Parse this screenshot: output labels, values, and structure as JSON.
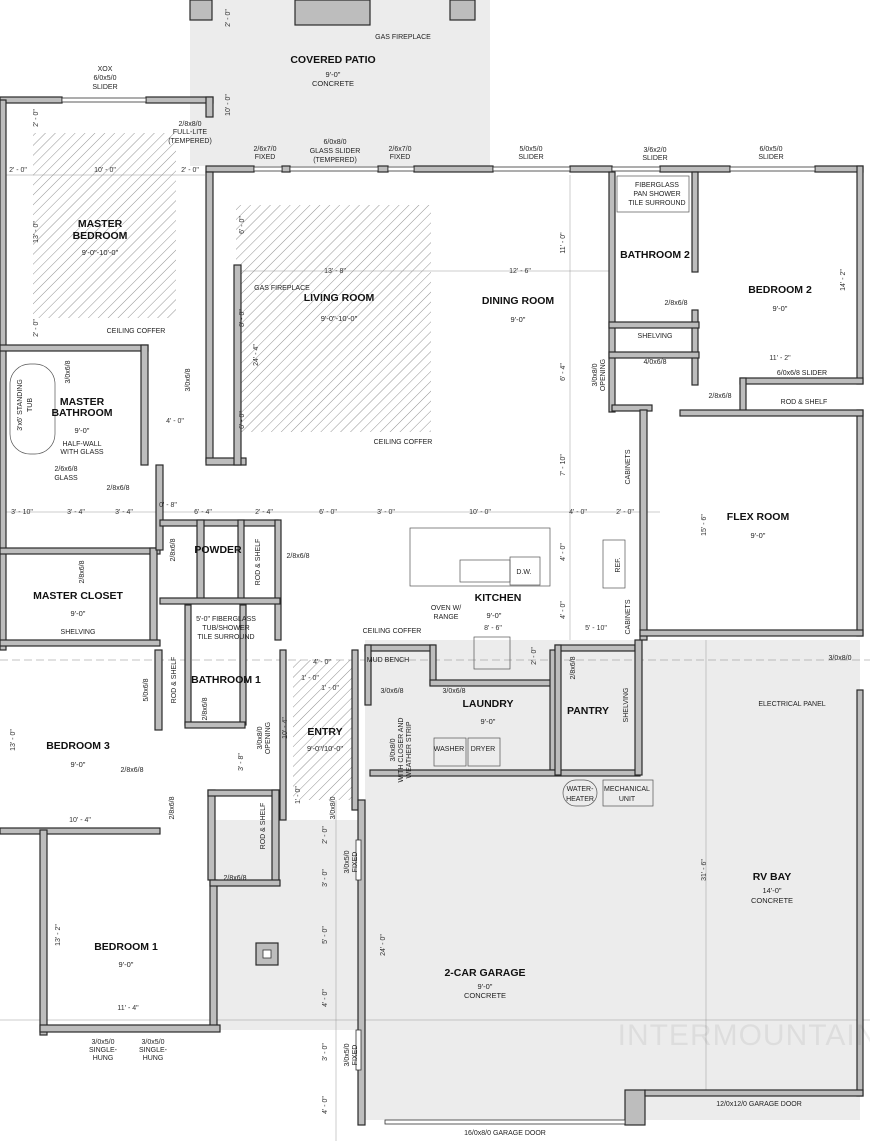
{
  "rooms": {
    "patio": {
      "name": "COVERED PATIO",
      "h": "9'-0\"",
      "mat": "CONCRETE"
    },
    "master_bed": {
      "name1": "MASTER",
      "name2": "BEDROOM",
      "h": "9'-0\"-10'-0\""
    },
    "living": {
      "name": "LIVING ROOM",
      "h": "9'-0\"-10'-0\""
    },
    "dining": {
      "name": "DINING ROOM",
      "h": "9'-0\""
    },
    "bath2": {
      "name": "BATHROOM 2"
    },
    "bed2": {
      "name": "BEDROOM 2",
      "h": "9'-0\""
    },
    "master_bath": {
      "name1": "MASTER",
      "name2": "BATHROOM",
      "h": "9'-0\""
    },
    "powder": {
      "name": "POWDER"
    },
    "kitchen": {
      "name": "KITCHEN",
      "h": "9'-0\""
    },
    "master_closet": {
      "name": "MASTER CLOSET",
      "h": "9'-0\""
    },
    "flex": {
      "name": "FLEX ROOM",
      "h": "9'-0\""
    },
    "bath1": {
      "name": "BATHROOM 1"
    },
    "bed3": {
      "name": "BEDROOM 3",
      "h": "9'-0\""
    },
    "entry": {
      "name": "ENTRY",
      "h": "9'-0\"/10'-0\""
    },
    "laundry": {
      "name": "LAUNDRY",
      "h": "9'-0\""
    },
    "pantry": {
      "name": "PANTRY"
    },
    "bed1": {
      "name": "BEDROOM 1",
      "h": "9'-0\""
    },
    "garage": {
      "name": "2-CAR GARAGE",
      "h": "9'-0\"",
      "mat": "CONCRETE"
    },
    "rv": {
      "name": "RV BAY",
      "h": "14'-0\"",
      "mat": "CONCRETE"
    }
  },
  "notes": [
    "GAS FIREPLACE",
    "XOX",
    "6/0x5/0",
    "SLIDER",
    "2/8x8/0",
    "FULL-LITE",
    "(TEMPERED)",
    "2/6x7/0",
    "FIXED",
    "6/0x8/0",
    "GLASS SLIDER",
    "(TEMPERED)",
    "2/6x7/0",
    "FIXED",
    "5/0x5/0",
    "SLIDER",
    "3/6x2/0",
    "SLIDER",
    "6/0x5/0",
    "SLIDER",
    "FIBERGLASS",
    "PAN SHOWER",
    "TILE SURROUND",
    "CEILING COFFER",
    "GAS FIREPLACE",
    "CEILING COFFER",
    "2/8x6/8",
    "SHELVING",
    "4/0x6/8",
    "2/8x6/8",
    "6/0x6/8 SLIDER",
    "ROD & SHELF",
    "3/0x8/0",
    "OPENING",
    "3/0x6/8",
    "3/0x6/8",
    "3'x6' STANDING",
    "TUB",
    "HALF-WALL",
    "WITH GLASS",
    "2/6x6/8",
    "GLASS",
    "2/8x6/8",
    "2/8x6/8",
    "ROD & SHELF",
    "2/8x6/8",
    "2/8x6/8",
    "SHELVING",
    "CABINETS",
    "REF.",
    "CABINETS",
    "D.W.",
    "OVEN W/",
    "RANGE",
    "CEILING COFFER",
    "5'-0\" FIBERGLASS",
    "TUB/SHOWER",
    "TILE SURROUND",
    "MUD BENCH",
    "3/0x6/8",
    "3/0x6/8",
    "2/8x6/8",
    "SHELVING",
    "WASHER",
    "DRYER",
    "3/0x8/0",
    "WITH CLOSER AND",
    "WEATHER STRIP",
    "WATER-",
    "HEATER",
    "MECHANICAL",
    "UNIT",
    "3/0x8/0",
    "ELECTRICAL PANEL",
    "5/0x6/8",
    "ROD & SHELF",
    "2/8x6/8",
    "2/8x6/8",
    "3/0x8/0",
    "OPENING",
    "2/8x6/8",
    "ROD & SHELF",
    "2/8x6/8",
    "3/0x8/0",
    "3/0x5/0",
    "FIXED",
    "3/0x5/0",
    "FIXED",
    "3/0x5/0",
    "SINGLE-",
    "HUNG",
    "3/0x5/0",
    "SINGLE-",
    "HUNG",
    "16/0x8/0 GARAGE DOOR",
    "12/0x12/0 GARAGE DOOR"
  ],
  "dims": [
    "2' - 0\"",
    "10' - 0\"",
    "2' - 0\"",
    "2' - 0\"",
    "10' - 0\"",
    "2' - 0\"",
    "13' - 0\"",
    "2' - 0\"",
    "6' - 0\"",
    "13' - 8\"",
    "12' - 6\"",
    "11' - 0\"",
    "8' - 0\"",
    "24' - 4\"",
    "6' - 0\"",
    "6' - 4\"",
    "4' - 0\"",
    "7' - 10\"",
    "3' - 10\"",
    "3' - 4\"",
    "3' - 4\"",
    "0' - 8\"",
    "6' - 4\"",
    "2' - 4\"",
    "6' - 0\"",
    "3' - 0\"",
    "10' - 0\"",
    "4' - 0\"",
    "2' - 0\"",
    "4' - 0\"",
    "4' - 0\"",
    "8' - 6\"",
    "5' - 10\"",
    "2' - 0\"",
    "11' - 2\"",
    "14' - 2\"",
    "15' - 6\"",
    "4' - 0\"",
    "1' - 0\"",
    "1' - 0\"",
    "10' - 4\"",
    "3' - 8\"",
    "1' - 0\"",
    "13' - 0\"",
    "10' - 4\"",
    "13' - 2\"",
    "11' - 4\"",
    "2' - 0\"",
    "3' - 0\"",
    "5' - 0\"",
    "4' - 0\"",
    "3' - 0\"",
    "4' - 0\"",
    "24' - 0\"",
    "31' - 6\""
  ],
  "watermark": "INTERMOUNTAIN",
  "colors": {
    "wall": "#bdbdbd",
    "concrete": "#ececec",
    "line": "#2a2a2a"
  }
}
